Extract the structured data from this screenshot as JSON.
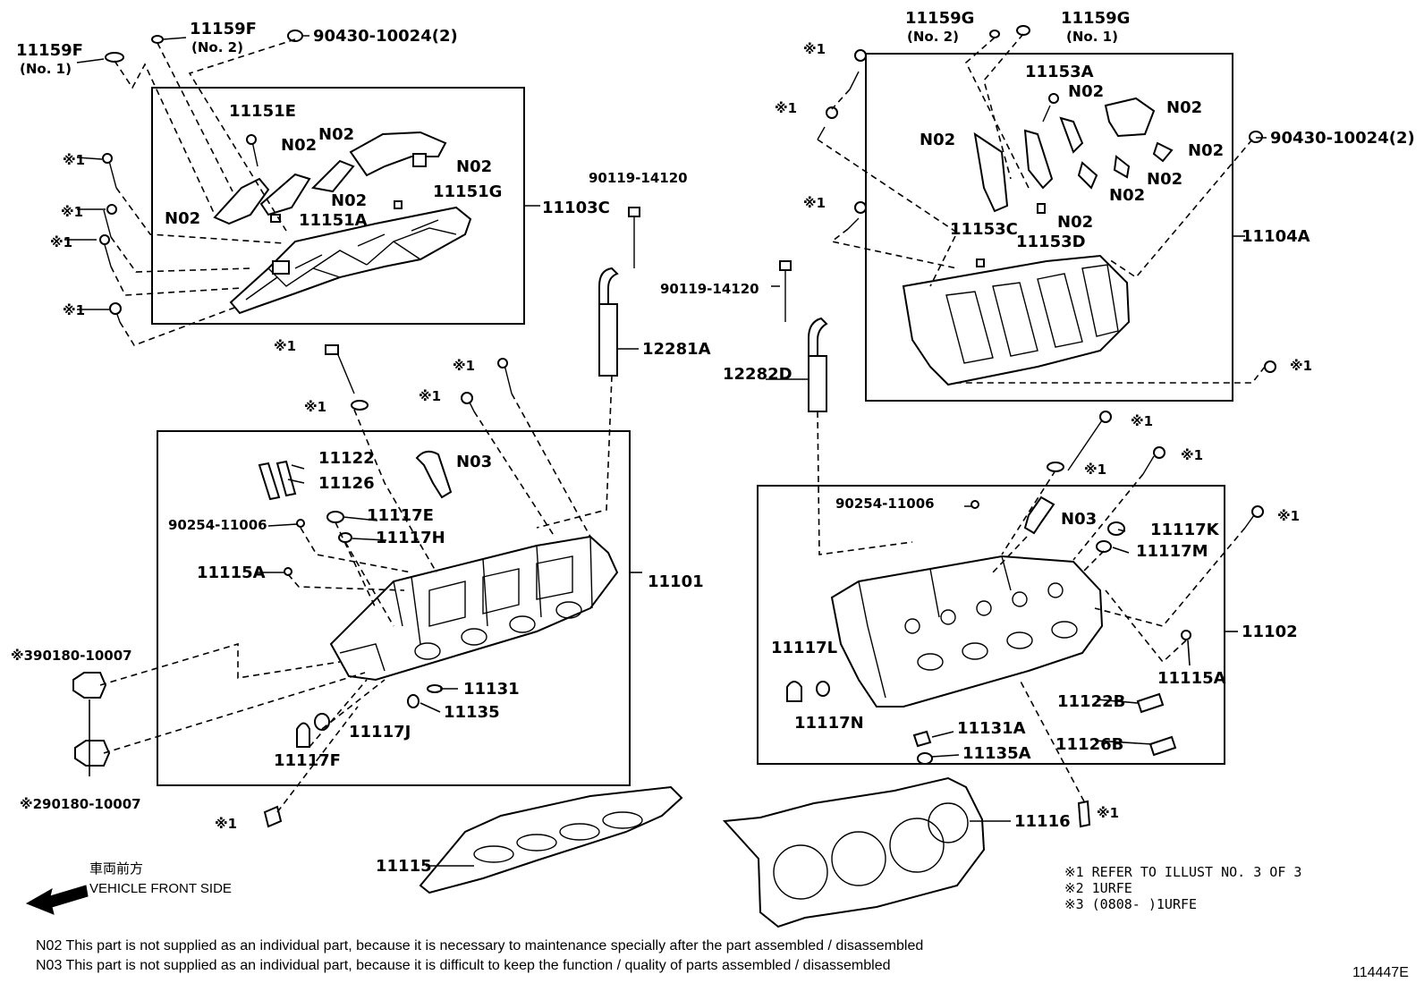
{
  "title": "",
  "diagram_id": "114447E",
  "labels": {
    "p11159F_no1": "11159F",
    "p11159F_no1_sub": "(No. 1)",
    "p11159F_no2": "11159F",
    "p11159F_no2_sub": "(No. 2)",
    "p90430_left": "90430-10024(2)",
    "p11151E": "11151E",
    "n02_a": "N02",
    "n02_b": "N02",
    "n02_c": "N02",
    "n02_d": "N02",
    "n02_e": "N02",
    "p11151G": "11151G",
    "p11151A": "11151A",
    "p11103C": "11103C",
    "ref1_a": "※1",
    "ref1_b": "※1",
    "ref1_c": "※1",
    "ref1_d": "※1",
    "p90119_a": "90119-14120",
    "p12281A": "12281A",
    "ref1_e": "※1",
    "ref1_f": "※1",
    "ref1_g": "※1",
    "ref1_h": "※1",
    "p11122": "11122",
    "p11126": "11126",
    "n03_a": "N03",
    "p90254_a": "90254-11006",
    "p11117E": "11117E",
    "p11117H": "11117H",
    "p11115A_left": "11115A",
    "p11101": "11101",
    "p390180": "※390180-10007",
    "p290180": "※290180-10007",
    "p11131": "11131",
    "p11135": "11135",
    "p11117J": "11117J",
    "p11117F": "11117F",
    "ref1_i": "※1",
    "p11115": "11115",
    "p11159G_no2": "11159G",
    "p11159G_no2_sub": "(No. 2)",
    "p11159G_no1": "11159G",
    "p11159G_no1_sub": "(No. 1)",
    "ref1_j": "※1",
    "ref1_k": "※1",
    "ref1_l": "※1",
    "p11153A": "11153A",
    "n02_f": "N02",
    "n02_g": "N02",
    "n02_h": "N02",
    "n02_i": "N02",
    "n02_j": "N02",
    "n02_k": "N02",
    "n02_l": "N02",
    "p90430_right": "90430-10024(2)",
    "p11153C": "11153C",
    "p11153D": "11153D",
    "p11104A": "11104A",
    "p90119_b": "90119-14120",
    "p12282D": "12282D",
    "ref1_m": "※1",
    "ref1_n": "※1",
    "ref1_o": "※1",
    "ref1_p": "※1",
    "ref1_q": "※1",
    "p90254_b": "90254-11006",
    "n03_b": "N03",
    "p11117K": "11117K",
    "p11117M": "11117M",
    "p11102": "11102",
    "p11117L": "11117L",
    "p11117N": "11117N",
    "p11115A_right": "11115A",
    "p11122B": "11122B",
    "p11131A": "11131A",
    "p11126B": "11126B",
    "p11135A": "11135A",
    "p11116": "11116",
    "ref1_r": "※1"
  },
  "notes": {
    "n1": "※1  REFER  TO  ILLUST  NO. 3  OF  3",
    "n2": "※2  1URFE",
    "n3": "※3  (0808-       )1URFE"
  },
  "direction": {
    "jp": "車両前方",
    "en": "VEHICLE FRONT SIDE"
  },
  "footnotes": {
    "n02": "N02  This part is not supplied as an individual part, because it is necessary to maintenance specially after the part assembled / disassembled",
    "n03": "N03  This part is not supplied as an individual part, because it is difficult to keep the function / quality of parts  assembled / disassembled"
  }
}
